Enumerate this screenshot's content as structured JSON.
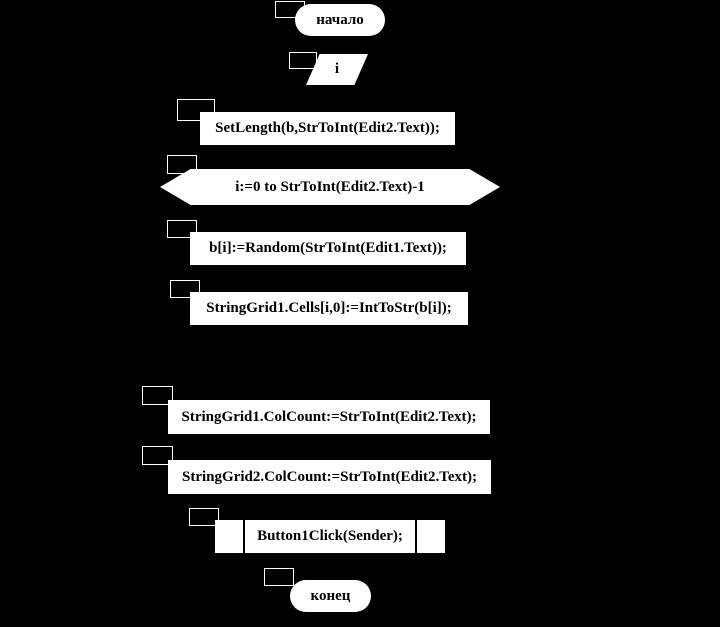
{
  "colors": {
    "background": "#000000",
    "shape_fill": "#ffffff",
    "shape_text": "#000000",
    "marker_fill": "#000000",
    "marker_border": "#ffffff"
  },
  "flowchart": {
    "start_label": "начало",
    "input_label": "i",
    "setlength_label": "SetLength(b,StrToInt(Edit2.Text));",
    "loop_label": "i:=0 to StrToInt(Edit2.Text)-1",
    "random_label": "b[i]:=Random(StrToInt(Edit1.Text));",
    "cells_label": "StringGrid1.Cells[i,0]:=IntToStr(b[i]);",
    "colcount1_label": "StringGrid1.ColCount:=StrToInt(Edit2.Text);",
    "colcount2_label": "StringGrid2.ColCount:=StrToInt(Edit2.Text);",
    "call_label": "Button1Click(Sender);",
    "end_label": "конец"
  }
}
